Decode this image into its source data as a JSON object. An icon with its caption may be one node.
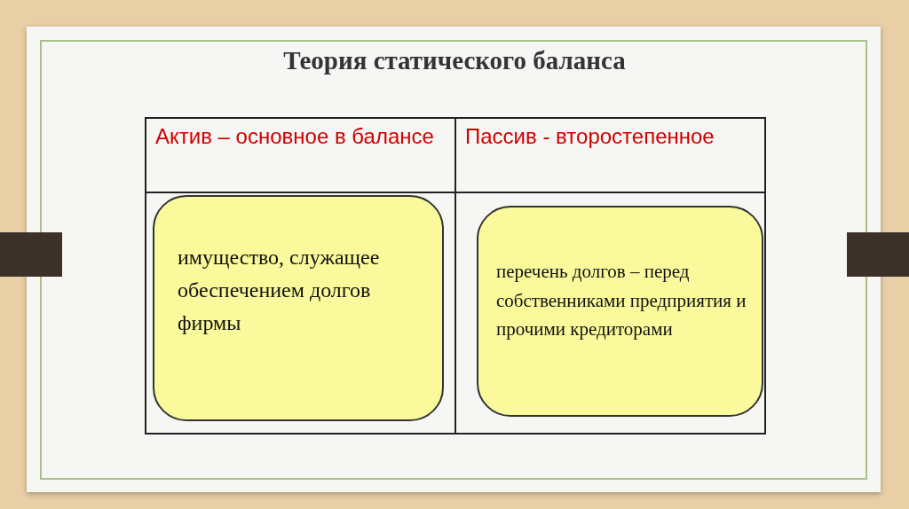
{
  "diagram": {
    "title": "Теория статического баланса",
    "nodes": [
      {
        "text": [
          "имущество, служащее обеспечением долгов фирмы"
        ]
      },
      {
        "text": [
          "перечень долгов – перед собственниками предприятия и прочими кредиторами"
        ]
      }
    ],
    "edges": [],
    "labels": [
      "Актив – основное в балансе",
      "Пассив - второстепенное"
    ]
  }
}
